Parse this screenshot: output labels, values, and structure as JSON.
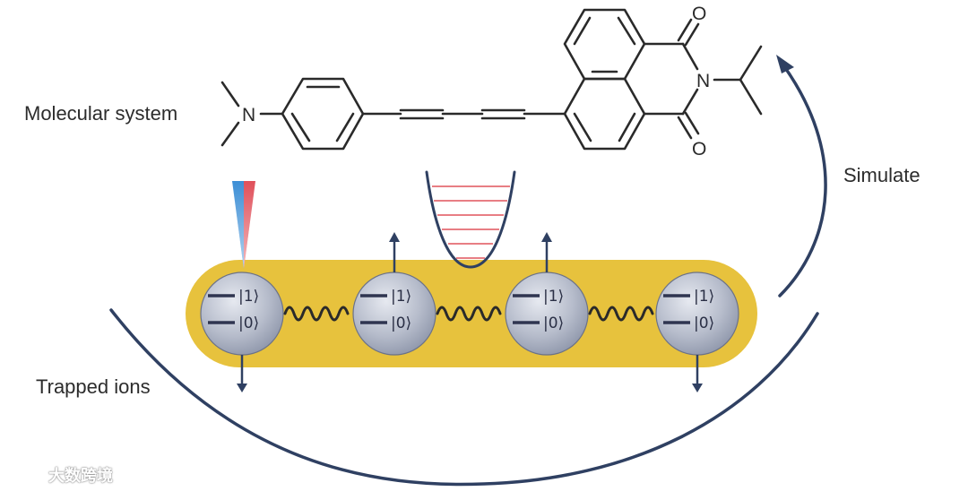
{
  "labels": {
    "molecular_system": "Molecular system",
    "simulate": "Simulate",
    "trapped_ions": "Trapped ions"
  },
  "molecule": {
    "atoms": {
      "amine_n": "N",
      "imide_n": "N",
      "oxygen_top": "O",
      "oxygen_bottom": "O"
    }
  },
  "ions": [
    {
      "upper_state": "|1⟩",
      "lower_state": "|0⟩",
      "arrow": "down",
      "laser": true
    },
    {
      "upper_state": "|1⟩",
      "lower_state": "|0⟩",
      "arrow": "up",
      "laser": false
    },
    {
      "upper_state": "|1⟩",
      "lower_state": "|0⟩",
      "arrow": "up",
      "laser": false
    },
    {
      "upper_state": "|1⟩",
      "lower_state": "|0⟩",
      "arrow": "down",
      "laser": false
    }
  ],
  "watermark": {
    "text": "大数跨境"
  },
  "colors": {
    "trap_band": "#e7c23d",
    "ion_fill": "#b6bccb",
    "line": "#2f4062",
    "potential_levels": "#e56b72",
    "laser_blue": "#3d8fd6",
    "laser_red": "#e0505a",
    "bond": "#2a2a2a"
  }
}
